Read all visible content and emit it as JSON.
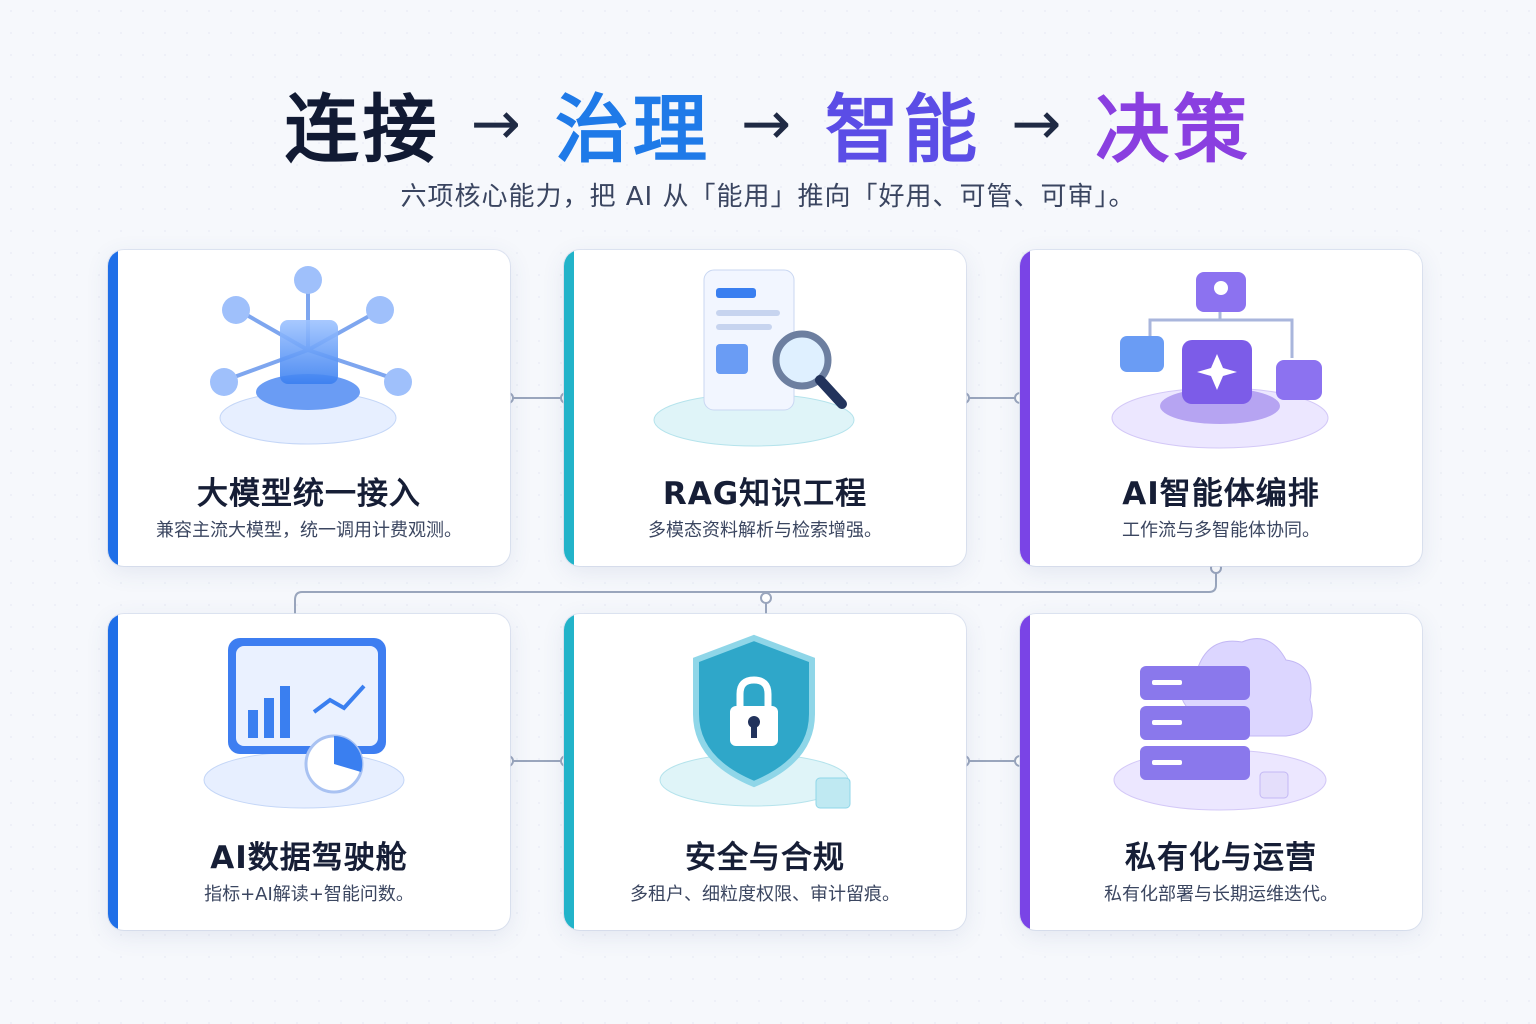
{
  "header": {
    "words": [
      "连接",
      "治理",
      "智能",
      "决策"
    ],
    "arrow": "→",
    "subtitle": "六项核心能力，把 AI 从「能用」推向「好用、可管、可审」。"
  },
  "cards": [
    {
      "title": "大模型统一接入",
      "desc": "兼容主流大模型，统一调用计费观测。",
      "icon": "model-hub-icon",
      "accent": "#1f6fe8"
    },
    {
      "title": "RAG知识工程",
      "desc": "多模态资料解析与检索增强。",
      "icon": "document-search-icon",
      "accent": "#22b3c9"
    },
    {
      "title": "AI智能体编排",
      "desc": "工作流与多智能体协同。",
      "icon": "agent-workflow-icon",
      "accent": "#7a44e6"
    },
    {
      "title": "AI数据驾驶舱",
      "desc": "指标+AI解读+智能问数。",
      "icon": "dashboard-chart-icon",
      "accent": "#1f6fe8"
    },
    {
      "title": "安全与合规",
      "desc": "多租户、细粒度权限、审计留痕。",
      "icon": "shield-lock-icon",
      "accent": "#22b3c9"
    },
    {
      "title": "私有化与运营",
      "desc": "私有化部署与长期运维迭代。",
      "icon": "server-cloud-icon",
      "accent": "#7a44e6"
    }
  ],
  "colors": {
    "connect": "#111a33",
    "govern": "#1f7ae8",
    "intelligence": "#5b4de6",
    "decision": "#8a3fe0"
  }
}
